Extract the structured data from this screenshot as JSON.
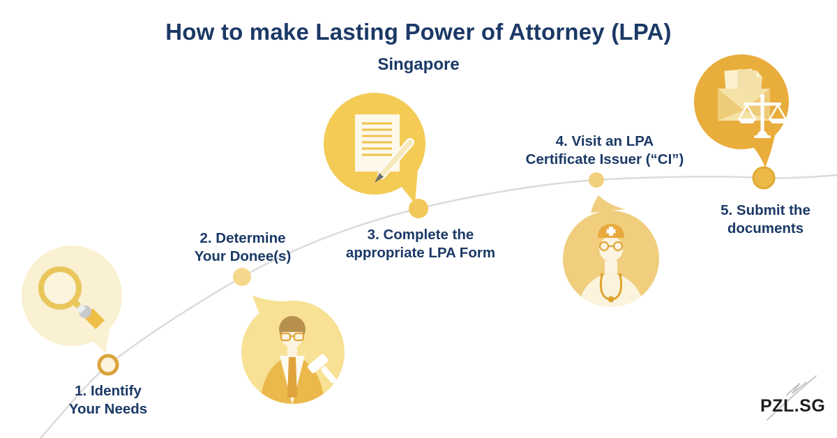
{
  "theme": {
    "navy": "#1B3966",
    "curve-gray": "#DBDBDB",
    "logo-ink": "#1E1E1E",
    "bubble1": "#FAF0D2",
    "bubble2": "#F8E194",
    "bubble3": "#F3CB55",
    "bubble4": "#F0CE7E",
    "bubble5": "#E9AD3C",
    "node1-fill": "#FCF4DC",
    "node2-fill": "#F6D88C",
    "node3-fill": "#F2C85C",
    "node4-fill": "#F1CF7E",
    "node5-fill": "#ECB948",
    "gold-ring": "#D9A43B"
  },
  "header": {
    "title": "How to make Lasting Power of Attorney (LPA)",
    "subtitle": "Singapore"
  },
  "steps": [
    {
      "id": 1,
      "label": "1. Identify\nYour Needs",
      "icon": "magnifier-icon"
    },
    {
      "id": 2,
      "label": "2. Determine\nYour Donee(s)",
      "icon": "lawyer-icon"
    },
    {
      "id": 3,
      "label": "3. Complete the\nappropriate LPA Form",
      "icon": "document-pencil-icon"
    },
    {
      "id": 4,
      "label": "4. Visit an LPA\nCertificate Issuer (“CI”)",
      "icon": "doctor-icon"
    },
    {
      "id": 5,
      "label": "5. Submit the\ndocuments",
      "icon": "envelope-scales-icon"
    }
  ],
  "footer": {
    "logo": "PZL.SG"
  }
}
